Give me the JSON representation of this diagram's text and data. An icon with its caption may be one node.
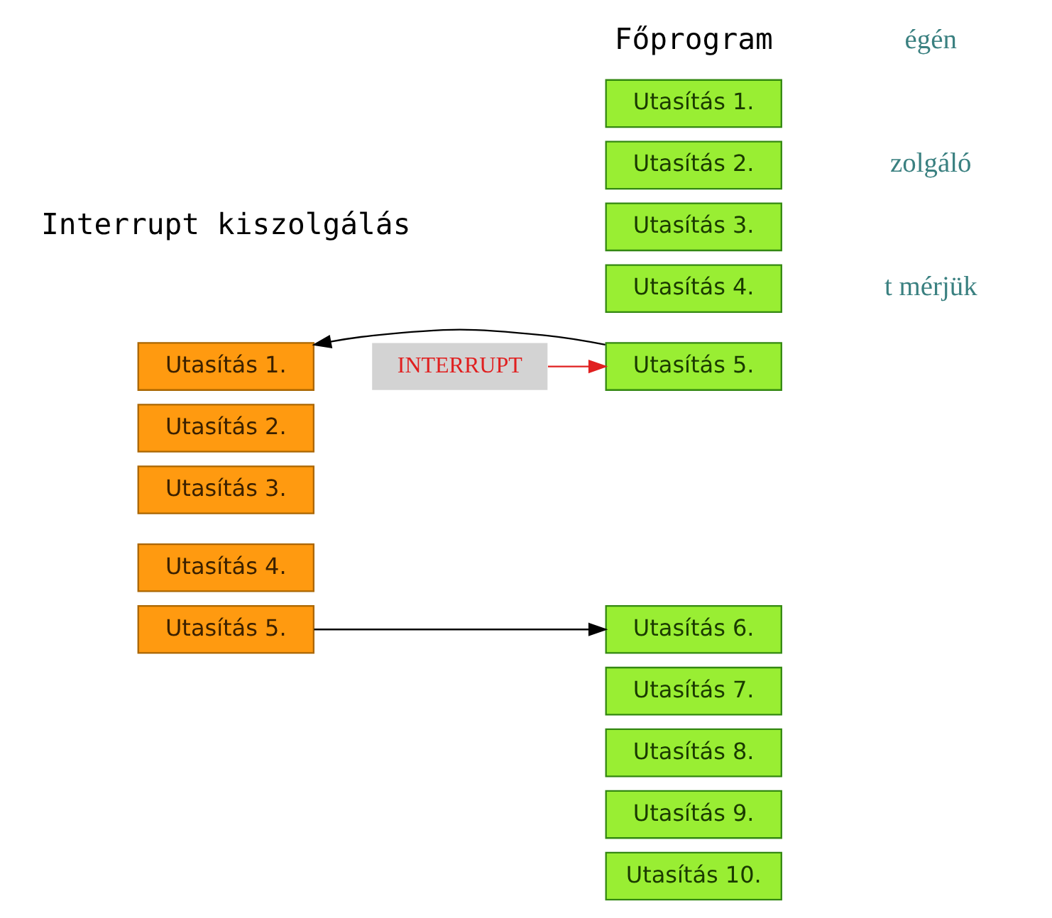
{
  "diagram": {
    "nodes": [
      {
        "text": [
          "Utasítás 1."
        ]
      },
      {
        "text": [
          "Utasítás 2."
        ]
      },
      {
        "text": [
          "Utasítás 3."
        ]
      },
      {
        "text": [
          "Utasítás 4."
        ]
      },
      {
        "text": [
          "Utasítás 5."
        ]
      },
      {
        "text": [
          "Utasítás 6."
        ]
      },
      {
        "text": [
          "Utasítás 7."
        ]
      },
      {
        "text": [
          "Utasítás 8."
        ]
      },
      {
        "text": [
          "Utasítás 9."
        ]
      },
      {
        "text": [
          "Utasítás 10."
        ]
      },
      {
        "text": [
          "Utasítás 1."
        ]
      },
      {
        "text": [
          "Utasítás 2."
        ]
      },
      {
        "text": [
          "Utasítás 3."
        ]
      },
      {
        "text": [
          "Utasítás 4."
        ]
      },
      {
        "text": [
          "Utasítás 5."
        ]
      },
      {
        "text": [
          "INTERRUPT"
        ]
      }
    ],
    "edges": [
      {
        "from": 15,
        "to": 4,
        "arrow": "to",
        "color": "#e02020"
      },
      {
        "from": 4,
        "to": 10,
        "arrow": "to"
      },
      {
        "from": 14,
        "to": 5,
        "arrow": "to"
      }
    ],
    "labels": [
      "Főprogram",
      "Interrupt kiszolgálás",
      "égén",
      "zolgáló",
      "t mérjük"
    ]
  }
}
